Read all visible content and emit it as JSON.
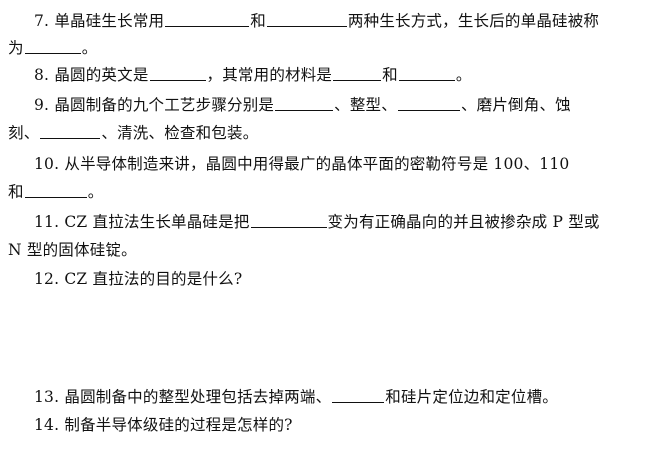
{
  "document": {
    "q7": {
      "p1": "7. 单晶硅生长常用",
      "p2": "和",
      "p3": "两种生长方式，生长后的单晶硅被称",
      "p4": "为",
      "p5": "。"
    },
    "q8": {
      "p1": "8. 晶圆的英文是",
      "p2": "，其常用的材料是",
      "p3": "和",
      "p4": "。"
    },
    "q9": {
      "p1": "9. 晶圆制备的九个工艺步骤分别是",
      "p2": "、整型、",
      "p3": "、磨片倒角、蚀",
      "p4": "刻、",
      "p5": "、清洗、检查和包装。"
    },
    "q10": {
      "p1": "10. 从半导体制造来讲，晶圆中用得最广的晶体平面的密勒符号是 100、110",
      "p2": "和",
      "p3": "。"
    },
    "q11": {
      "p1": "11. CZ 直拉法生长单晶硅是把",
      "p2": "变为有正确晶向的并且被掺杂成 P 型或",
      "p3": "N 型的固体硅锭。"
    },
    "q12": {
      "p1": "12. CZ 直拉法的目的是什么?"
    },
    "q13": {
      "p1": "13. 晶圆制备中的整型处理包括去掉两端、",
      "p2": "和硅片定位边和定位槽。"
    },
    "q14": {
      "p1": "14. 制备半导体级硅的过程是怎样的?"
    }
  }
}
